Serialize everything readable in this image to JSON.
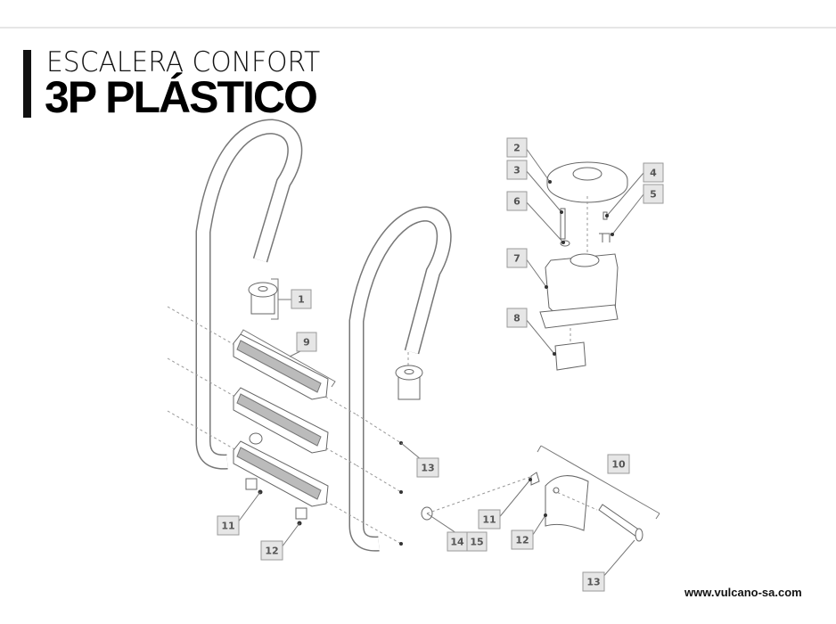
{
  "title": {
    "line1": "ESCALERA CONFORT",
    "line2": "3P PLÁSTICO"
  },
  "website": "www.vulcano-sa.com",
  "callouts": {
    "c1": "1",
    "c2": "2",
    "c3": "3",
    "c4": "4",
    "c5": "5",
    "c6": "6",
    "c7": "7",
    "c8": "8",
    "c9": "9",
    "c10": "10",
    "c11a": "11",
    "c11b": "11",
    "c12a": "12",
    "c12b": "12",
    "c13a": "13",
    "c13b": "13",
    "c14": "14",
    "c15": "15"
  }
}
